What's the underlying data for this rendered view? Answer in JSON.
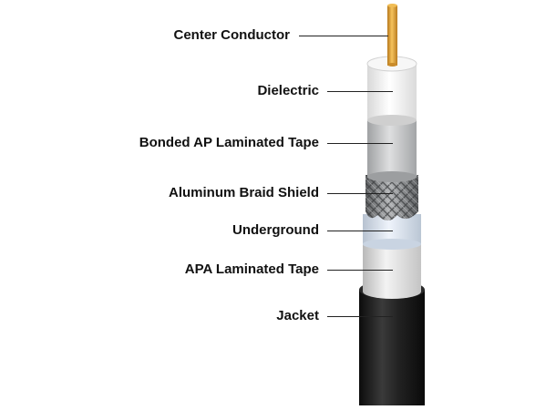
{
  "labels": {
    "center_conductor": "Center Conductor",
    "dielectric": "Dielectric",
    "bonded_tape": "Bonded AP Laminated Tape",
    "braid_shield": "Aluminum Braid Shield",
    "underground": "Underground",
    "apa_tape": "APA Laminated Tape",
    "jacket": "Jacket"
  },
  "colors": {
    "conductor": "#e3a73c",
    "dielectric": "#f2f2f2",
    "bonded_tape": "#c9cbcd",
    "braid": "#8e9092",
    "underground": "#d6e2ef",
    "apa_tape": "#dcdcdc",
    "jacket": "#1a1a1a"
  }
}
